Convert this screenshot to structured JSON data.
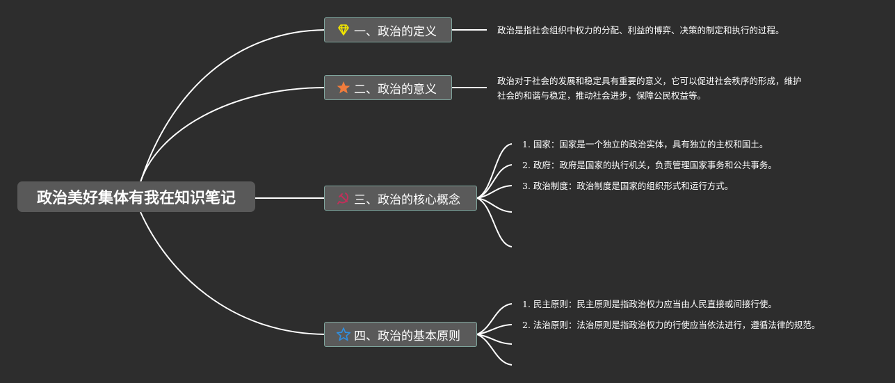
{
  "root": {
    "title": "政治美好集体有我在知识笔记"
  },
  "topics": [
    {
      "label": "一、政治的定义",
      "icon": "diamond-icon",
      "icon_color": "#f2e600",
      "details": [
        "政治是指社会组织中权力的分配、利益的博弈、决策的制定和执行的过程。"
      ]
    },
    {
      "label": "二、政治的意义",
      "icon": "star-icon",
      "icon_color": "#f07c3c",
      "details": [
        "政治对于社会的发展和稳定具有重要的意义，它可以促进社会秩序的形成，维护",
        "社会的和谐与稳定，推动社会进步，保障公民权益等。"
      ]
    },
    {
      "label": "三、政治的核心概念",
      "icon": "hammer-sickle-icon",
      "icon_color": "#c0305a",
      "details": [
        "1. 国家：国家是一个独立的政治实体，具有独立的主权和国土。",
        "2. 政府：政府是国家的执行机关，负责管理国家事务和公共事务。",
        "3. 政治制度：政治制度是国家的组织形式和运行方式。",
        "",
        ""
      ]
    },
    {
      "label": "四、政治的基本原则",
      "icon": "star-outline-icon",
      "icon_color": "#2f8fe0",
      "details": [
        "1. 民主原则：民主原则是指政治权力应当由人民直接或间接行使。",
        "2. 法治原则：法治原则是指政治权力的行使应当依法进行，遵循法律的规范。",
        "",
        ""
      ]
    }
  ]
}
